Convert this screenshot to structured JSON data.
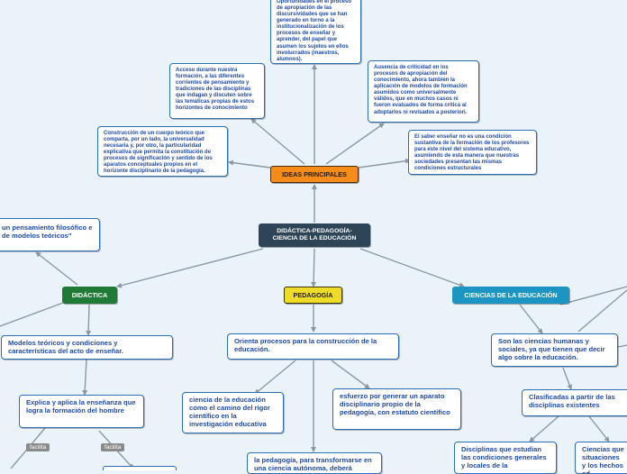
{
  "center": {
    "line1": "DIDÁCTICA-PEDAGOGÍA-",
    "line2": "CIENCIA DE LA EDUCACIÓN"
  },
  "ideas": {
    "label": "IDEAS PRINCIPALES"
  },
  "didactica": {
    "label": "DIDÁCTICA"
  },
  "pedagogia": {
    "label": "PEDAGOGÍA"
  },
  "ciencias": {
    "label": "CIENCIAS DE LA EDUCACIÓN"
  },
  "ideas_nodes": {
    "oportunidades": "Oportunidades en el proceso de apropiación de las discursividades que se han generado en torno a la institucionalización de los procesos de enseñar y aprender, del papel que asumen los sujetos en ellos involucrados (maestros, alumnos).",
    "acceso": "Acceso durante nuestra formación, a las diferentes corrientes de pensamiento y tradiciones de las disciplinas que indagan y discuten sobre las temáticas propias de estos horizontes de conocimiento",
    "ausencia": "Ausencia de criticidad en los procesos de apropiación del conocimiento, ahora también la aplicación de modelos de formación asumidos como universalmente válidos, que en muchos casos ni fueron evaluados de forma crítica al adoptarlos ni revisados a posteriori.",
    "construccion": "Construcción de un cuerpo teórico que comparta, por un lado, la universalidad necesaria y, por otro, la particularidad explicativa que permita la constitución de procesos de significación y sentido de los aparatos conceptuales propios en el horizonte disciplinario de la pedagogía.",
    "saber": "El saber enseñar no es una condición sustantiva de la formación de los profesores para este nivel del sistema educativo, asumiendo de esta manera que nuestras sociedades presentan las mismas condiciones estructurales"
  },
  "didactica_nodes": {
    "pensamiento": "un pensamiento filosófico e de modelos teóricos\"",
    "modelos": "Modelos teóricos y condiciones y características del acto de enseñar.",
    "explica": "Explica y aplica la enseñanza que logra la formación del hombre",
    "facilita1": "facilita",
    "facilita2": "facilita"
  },
  "pedagogia_nodes": {
    "orienta": "Orienta procesos para la construcción de la educación.",
    "ciencia": "ciencia de la educación como el camino del rigor científico en la investigación educativa",
    "esfuerzo": "esfuerzo por generar un aparato disciplinario propio de la pedagogía, con estatuto científico",
    "transformarse": "la pedagogía, para transformarse en una ciencia autónoma, deberá"
  },
  "ciencias_nodes": {
    "son": "Son las ciencias humanas y sociales, ya que tienen que decir algo sobre la educación.",
    "clasificadas": "Clasificadas a partir de las disciplinas existentes",
    "disciplinas": "Disciplinas que estudian las condiciones generales y locales de la",
    "ciencias_que": "Ciencias que situaciones y los hechos ed"
  },
  "colors": {
    "center": "#2d4556",
    "ideas": "#f78c1a",
    "didactica": "#1e7a34",
    "pedagogia": "#eedc29",
    "ciencias": "#1b95c2",
    "node_text": "#1f4aa8",
    "node_border": "#2c6fb6",
    "line": "#8b97a2",
    "background": "#eaf3fa"
  }
}
